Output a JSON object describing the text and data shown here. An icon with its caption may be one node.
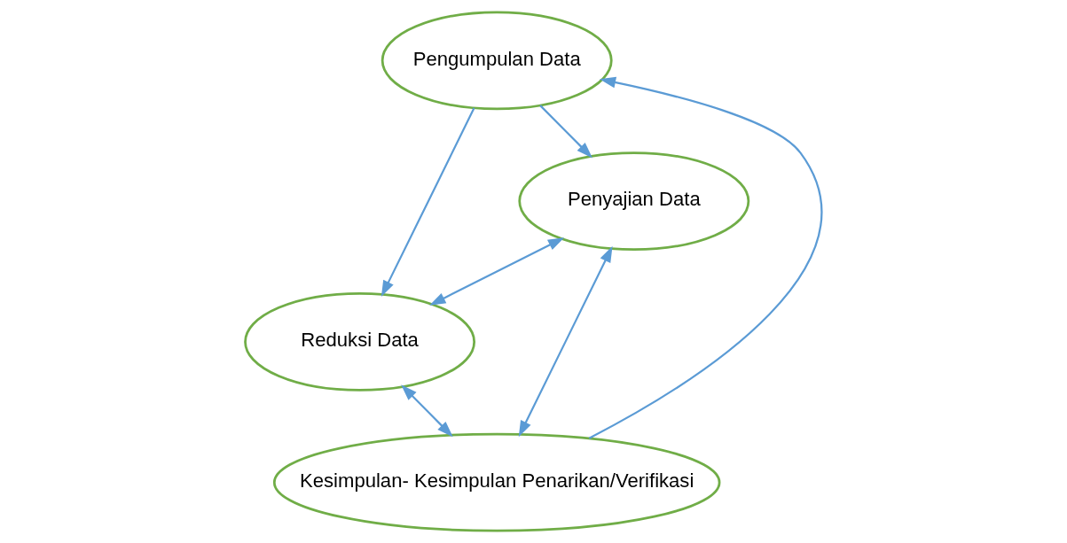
{
  "diagram": {
    "nodes": [
      {
        "text": [
          "Pengumpulan Data"
        ]
      },
      {
        "text": [
          "Penyajian Data"
        ]
      },
      {
        "text": [
          "Reduksi Data"
        ]
      },
      {
        "text": [
          "Kesimpulan- Kesimpulan Penarikan/Verifikasi"
        ]
      }
    ],
    "edges": [
      {
        "from": 0,
        "to": 1,
        "arrow": "to"
      },
      {
        "from": 0,
        "to": 2,
        "arrow": "to"
      },
      {
        "from": 1,
        "to": 2,
        "arrow": "both"
      },
      {
        "from": 1,
        "to": 3,
        "arrow": "both"
      },
      {
        "from": 2,
        "to": 3,
        "arrow": "both"
      },
      {
        "from": 3,
        "to": 0,
        "arrow": "to"
      }
    ]
  }
}
